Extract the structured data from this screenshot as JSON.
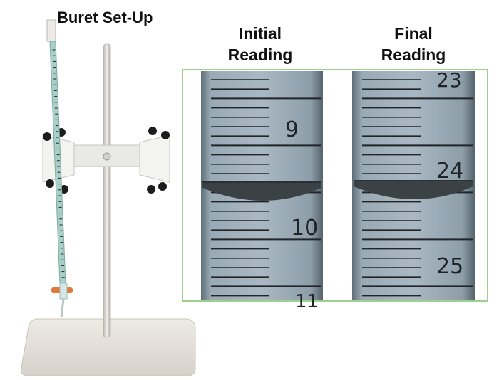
{
  "titles": {
    "setup": "Buret Set-Up",
    "initial_line1": "Initial",
    "initial_line2": "Reading",
    "final_line1": "Final",
    "final_line2": "Reading"
  },
  "readings": {
    "initial": {
      "major_labels": [
        "9",
        "10"
      ],
      "top_cut_label": "",
      "bottom_cut_label": "11"
    },
    "final": {
      "major_labels": [
        "24",
        "25"
      ],
      "top_cut_label": "23",
      "bottom_cut_label": ""
    }
  },
  "colors": {
    "liquid": "#3a4246",
    "glass": "#8fa3b0",
    "frame": "#9ecf8f",
    "stand": "#d8d5cf",
    "buret_tube": "#a8cfc8"
  }
}
